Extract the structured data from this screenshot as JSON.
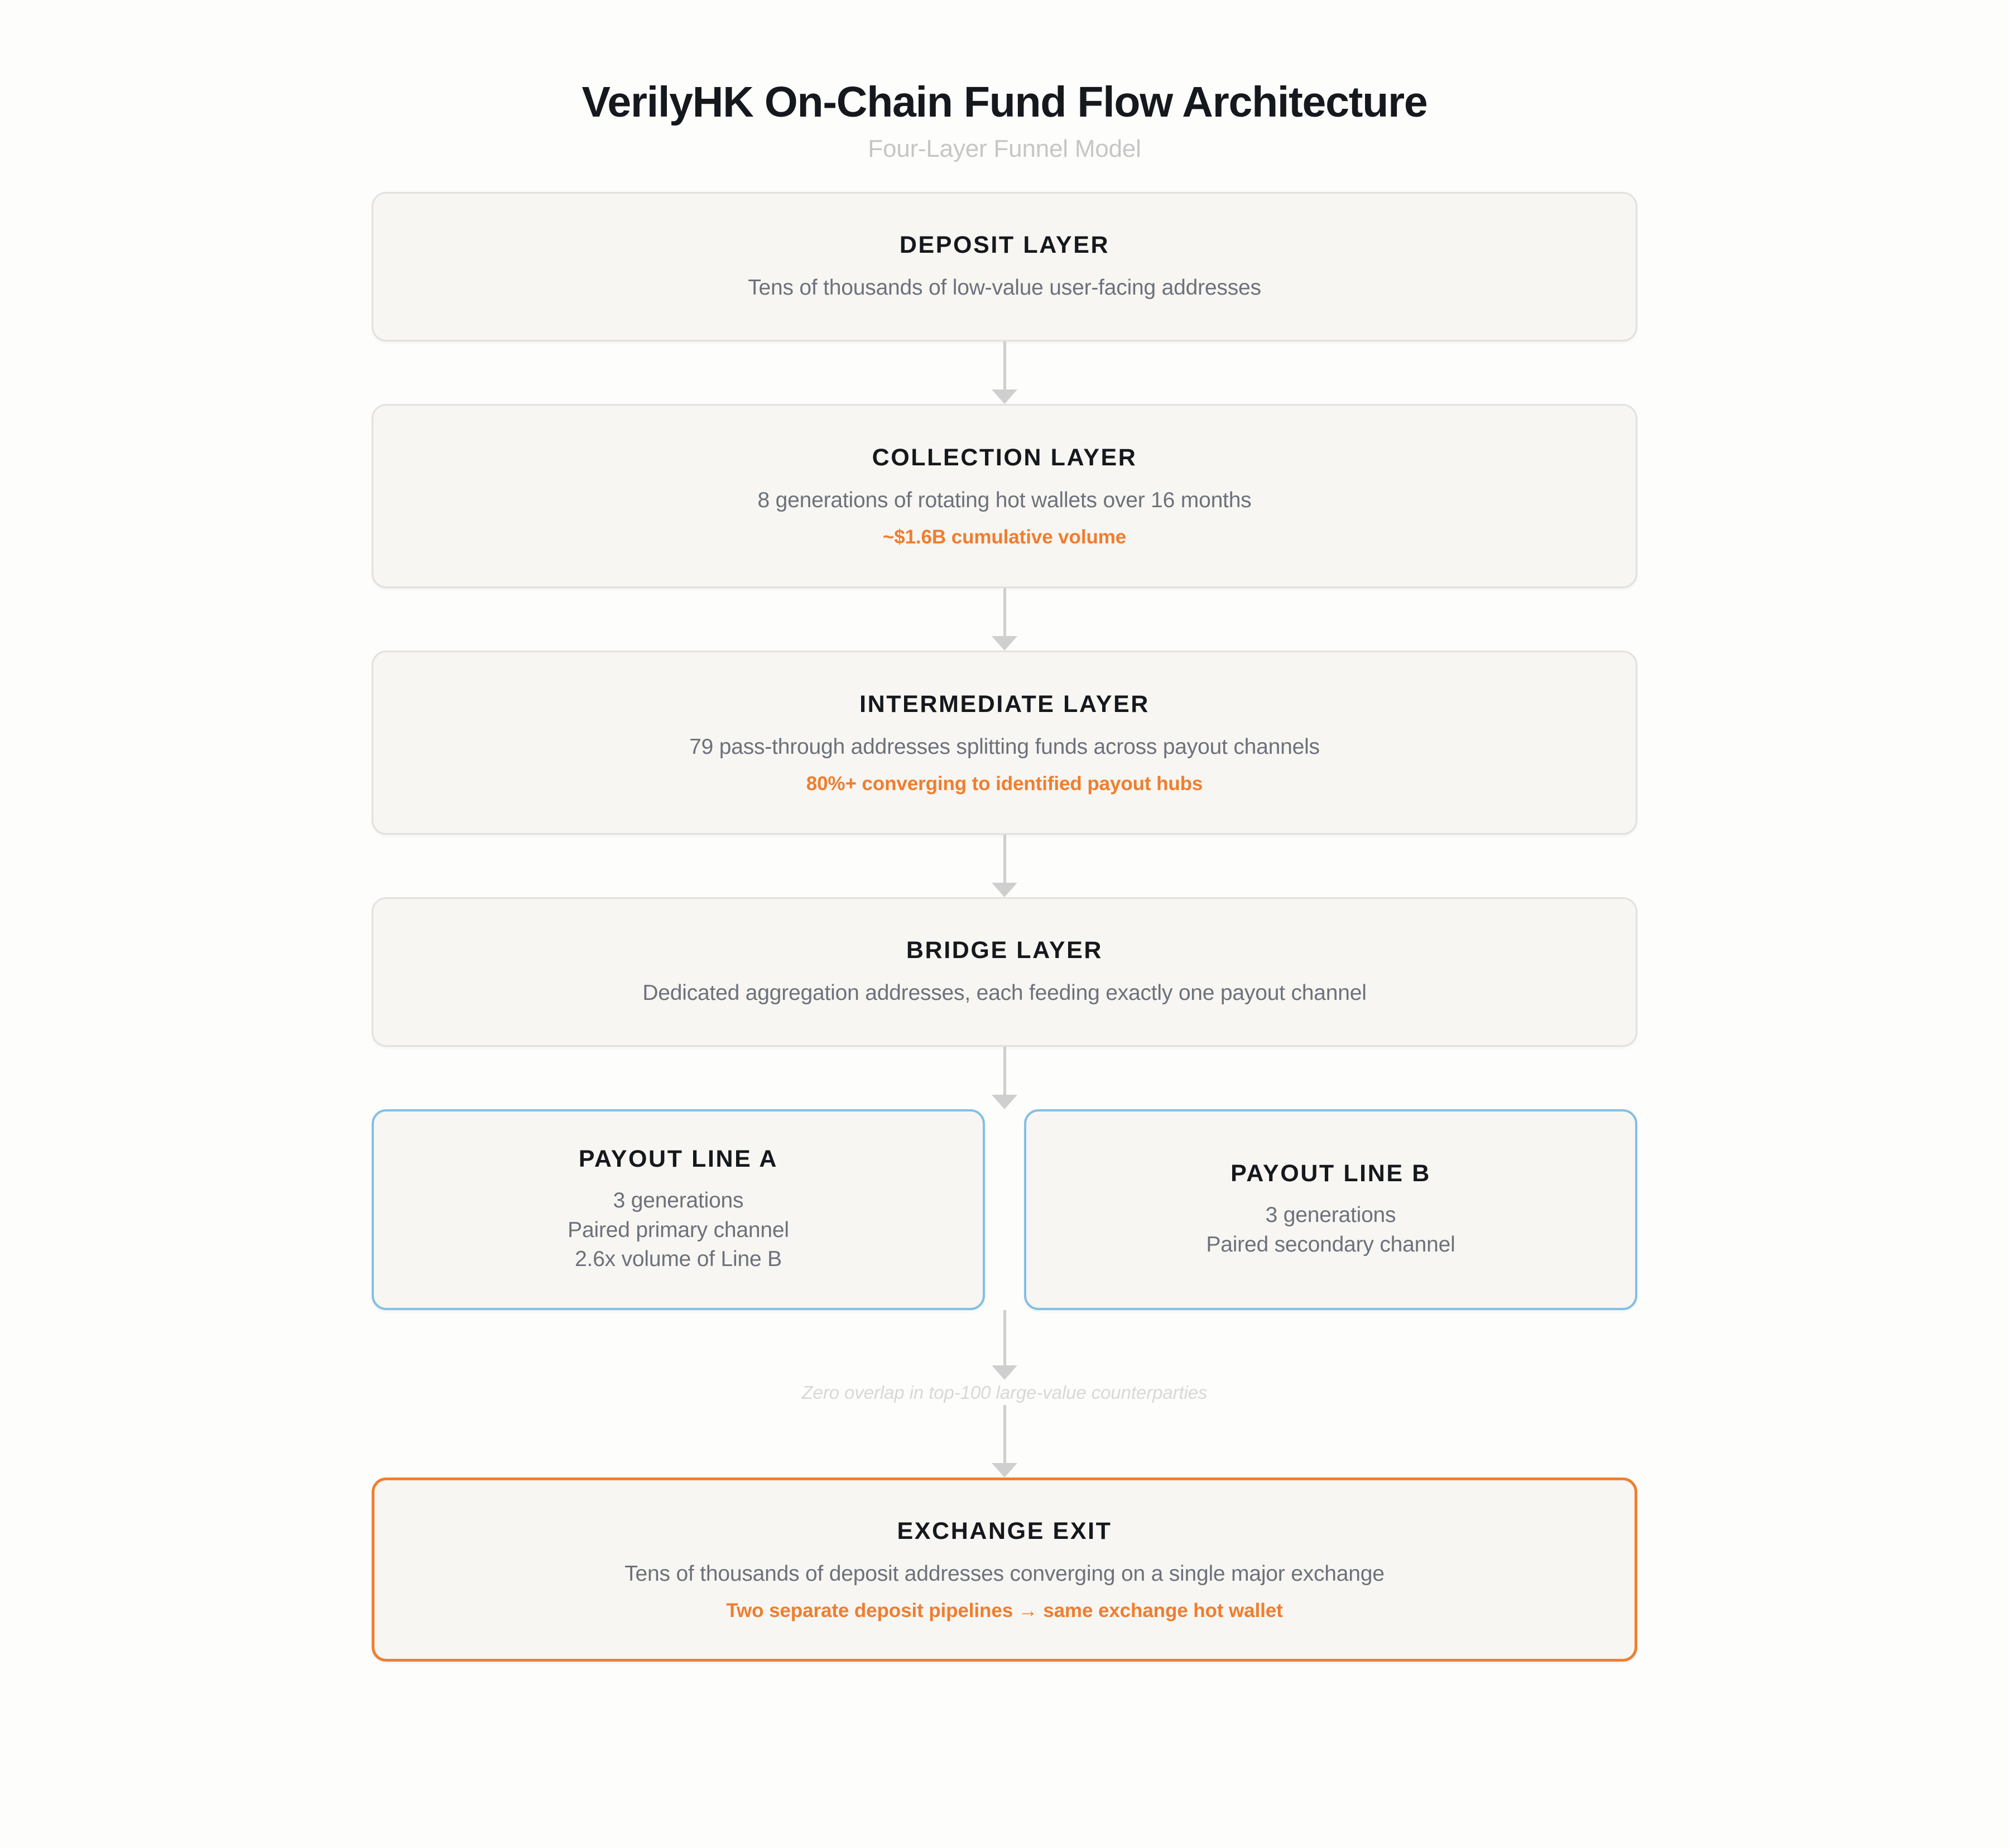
{
  "header": {
    "title": "VerilyHK On-Chain Fund Flow Architecture",
    "subtitle": "Four-Layer Funnel Model"
  },
  "flow": {
    "deposit": {
      "title": "DEPOSIT LAYER",
      "desc": "Tens of thousands of low-value user-facing addresses"
    },
    "collection": {
      "title": "COLLECTION LAYER",
      "desc": "8 generations of rotating hot wallets over 16 months",
      "highlight": "~$1.6B cumulative volume"
    },
    "intermediate": {
      "title": "INTERMEDIATE LAYER",
      "desc": "79 pass-through addresses splitting funds across payout channels",
      "highlight": "80%+ converging to identified payout hubs"
    },
    "bridge": {
      "title": "BRIDGE LAYER",
      "desc": "Dedicated aggregation addresses, each feeding exactly one payout channel"
    },
    "payout_a": {
      "title": "PAYOUT LINE A",
      "line1": "3 generations",
      "line2": "Paired primary channel",
      "line3": "2.6x volume of Line B"
    },
    "payout_b": {
      "title": "PAYOUT LINE B",
      "line1": "3 generations",
      "line2": "Paired secondary channel"
    },
    "annotation": "Zero overlap in top-100 large-value counterparties",
    "exchange": {
      "title": "EXCHANGE EXIT",
      "desc": "Tens of thousands of deposit addresses converging on a single major exchange",
      "highlight": "Two separate deposit pipelines → same exchange hot wallet"
    }
  },
  "colors": {
    "page_background": "#fdfdfc",
    "card_background": "#f7f6f2",
    "card_border": "#e2e1de",
    "accent_orange": "#ef7f30",
    "accent_blue": "#85bfe3",
    "title_text": "#15181c",
    "body_text": "#6c717b",
    "muted_text": "#c6c6c6",
    "connector": "#cfcfcf"
  }
}
